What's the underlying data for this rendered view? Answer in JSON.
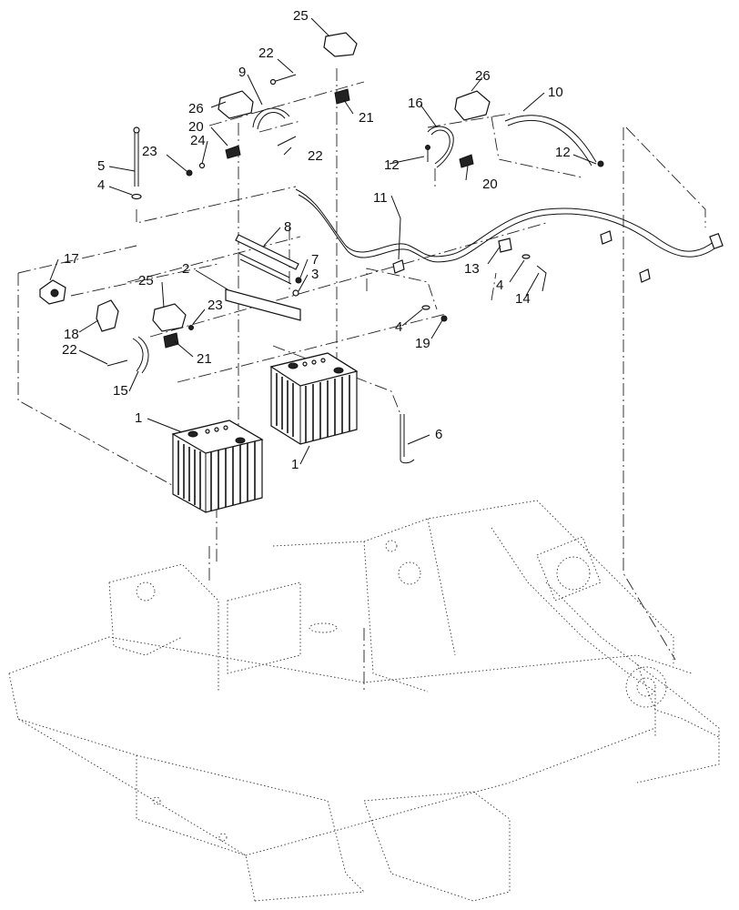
{
  "diagram": {
    "callouts": {
      "c1a": "1",
      "c1b": "1",
      "c2": "2",
      "c3": "3",
      "c4a": "4",
      "c4b": "4",
      "c4c": "4",
      "c5": "5",
      "c6": "6",
      "c7": "7",
      "c8": "8",
      "c9": "9",
      "c10": "10",
      "c11": "11",
      "c12a": "12",
      "c12b": "12",
      "c13": "13",
      "c14": "14",
      "c15": "15",
      "c16": "16",
      "c17": "17",
      "c18": "18",
      "c19": "19",
      "c20a": "20",
      "c20b": "20",
      "c21a": "21",
      "c21b": "21",
      "c22a": "22",
      "c22b": "22",
      "c22c": "22",
      "c23a": "23",
      "c23b": "23",
      "c24": "24",
      "c25a": "25",
      "c25b": "25",
      "c26a": "26",
      "c26b": "26"
    }
  }
}
